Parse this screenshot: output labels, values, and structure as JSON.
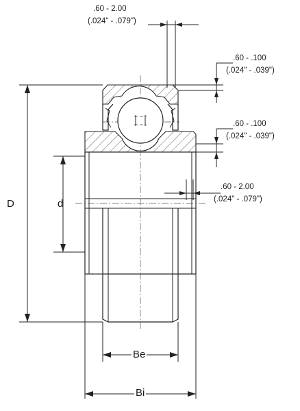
{
  "drawing": {
    "chamfer_top": {
      "metric": ".60 - 2.00",
      "inch": "(.024\" - .079\")"
    },
    "chamfer_outer_top": {
      "metric": ".60 - .100",
      "inch": ".024\" - .039\")"
    },
    "chamfer_outer_bottom": {
      "metric": ".60 - .100",
      "inch": ".024\" - .039\")"
    },
    "chamfer_inner": {
      "metric": ".60 - 2.00",
      "inch": "(.024\" - .079\")"
    },
    "labels": {
      "outer_diameter": "D",
      "bore_diameter": "d",
      "outer_ring_width": "Be",
      "inner_ring_width": "Bi"
    }
  }
}
